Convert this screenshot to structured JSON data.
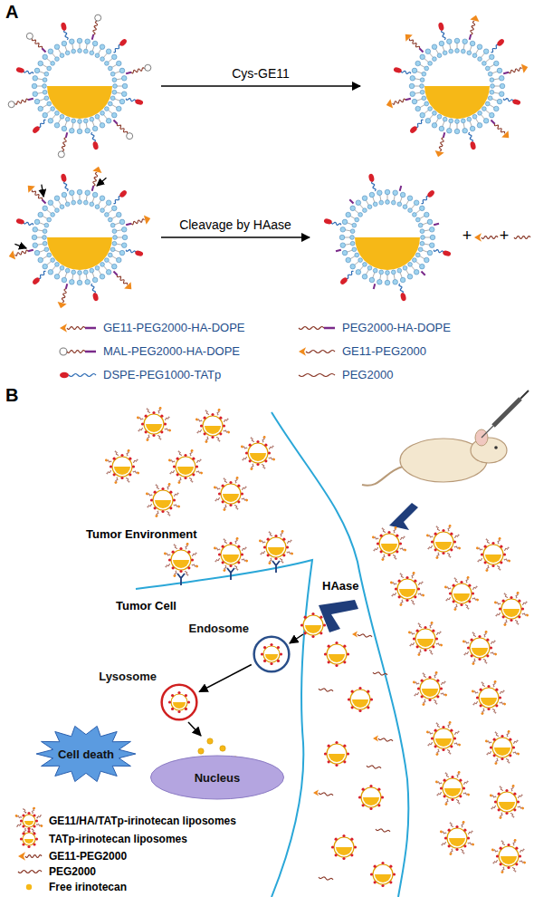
{
  "diagram": {
    "nodes": [
      {
        "text": [
          "Endosome"
        ]
      },
      {
        "text": [
          "Lysosome"
        ]
      },
      {
        "text": [
          "Cell death"
        ]
      },
      {
        "text": [
          "Nucleus"
        ]
      }
    ],
    "edges": [
      {
        "from": 0,
        "to": 1,
        "arrow": "to"
      }
    ],
    "labels": [
      "A",
      "Cys-GE11",
      "Cleavage by HAase",
      "+",
      "+",
      "B",
      "Tumor Environment",
      "Tumor Cell",
      "HAase"
    ],
    "legend": [
      {
        "text": "GE11-PEG2000-HA-DOPE"
      },
      {
        "text": "PEG2000-HA-DOPE"
      },
      {
        "text": "MAL-PEG2000-HA-DOPE"
      },
      {
        "text": "GE11-PEG2000"
      },
      {
        "text": "DSPE-PEG1000-TATp"
      },
      {
        "text": "PEG2000"
      },
      {
        "text": "GE11/HA/TATp-irinotecan liposomes"
      },
      {
        "text": "TATp-irinotecan liposomes"
      },
      {
        "text": "GE11-PEG2000"
      },
      {
        "text": "PEG2000"
      },
      {
        "text": "Free irinotecan"
      }
    ]
  }
}
